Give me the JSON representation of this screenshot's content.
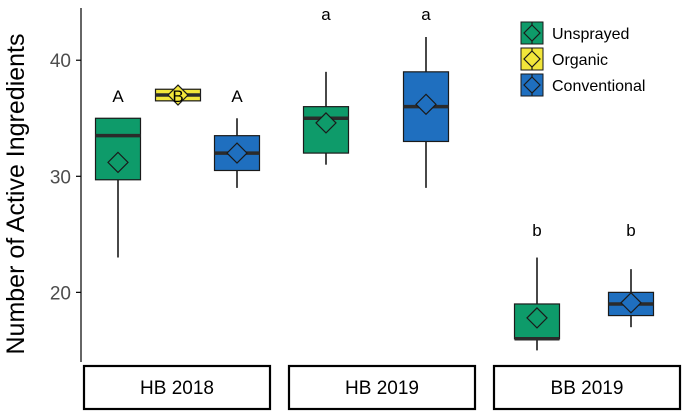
{
  "chart_data": {
    "type": "box",
    "ylabel": "Number of Active Ingredients",
    "xlabel": "",
    "ylim": [
      14,
      44.5
    ],
    "yticks": [
      20,
      30,
      40
    ],
    "grid": false,
    "legend_position": "top-right",
    "series": [
      {
        "name": "Unsprayed",
        "color": "#0e9b6a"
      },
      {
        "name": "Organic",
        "color": "#f2e63a"
      },
      {
        "name": "Conventional",
        "color": "#1f6fbf"
      }
    ],
    "facets": [
      {
        "label": "HB 2018",
        "boxes": [
          {
            "series": "Unsprayed",
            "min": 23,
            "q1": 29.7,
            "median": 33.5,
            "q3": 35,
            "max": 35,
            "mean": 31.2,
            "sig": "A"
          },
          {
            "series": "Organic",
            "min": 36.5,
            "q1": 36.5,
            "median": 37,
            "q3": 37.5,
            "max": 37.5,
            "mean": 37,
            "sig": "B"
          },
          {
            "series": "Conventional",
            "min": 29,
            "q1": 30.5,
            "median": 32,
            "q3": 33.5,
            "max": 35,
            "mean": 32,
            "sig": "A"
          }
        ]
      },
      {
        "label": "HB 2019",
        "boxes": [
          {
            "series": "Unsprayed",
            "min": 31,
            "q1": 32,
            "median": 35,
            "q3": 36,
            "max": 39,
            "mean": 34.6,
            "sig": "a"
          },
          {
            "series": "Conventional",
            "min": 29,
            "q1": 33,
            "median": 36,
            "q3": 39,
            "max": 42,
            "mean": 36.2,
            "sig": "a"
          }
        ]
      },
      {
        "label": "BB 2019",
        "boxes": [
          {
            "series": "Unsprayed",
            "min": 15,
            "q1": 16,
            "median": 16,
            "q3": 19,
            "max": 23,
            "mean": 17.8,
            "sig": "b"
          },
          {
            "series": "Conventional",
            "min": 17,
            "q1": 18,
            "median": 19,
            "q3": 20,
            "max": 22,
            "mean": 19.1,
            "sig": "b"
          }
        ]
      }
    ]
  }
}
